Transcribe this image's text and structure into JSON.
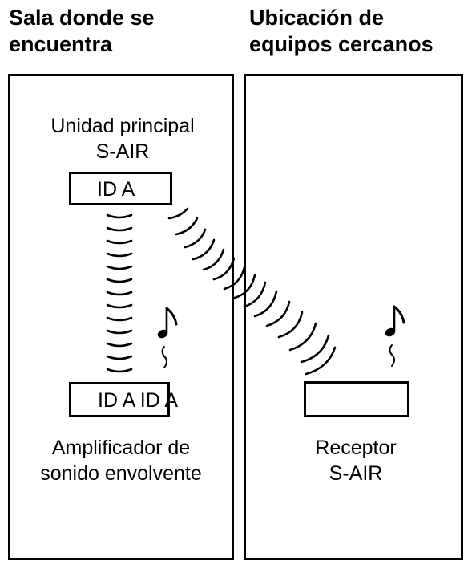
{
  "headings": {
    "left": [
      "Sala donde se",
      "encuentra"
    ],
    "right": [
      "Ubicación de",
      "equipos cercanos"
    ]
  },
  "main_unit": {
    "label": [
      "Unidad principal",
      "S-AIR"
    ],
    "id_box": "ID A"
  },
  "surround_amp": {
    "id_box": "ID A ID A",
    "label": [
      "Amplificador de",
      "sonido envolvente"
    ]
  },
  "receiver": {
    "id_box": "",
    "label": [
      "Receptor",
      "S-AIR"
    ]
  },
  "icons": {
    "signal": "radio-wave-icon",
    "sound": "music-note-icon"
  },
  "colors": {
    "line": "#000000",
    "background": "#ffffff"
  }
}
